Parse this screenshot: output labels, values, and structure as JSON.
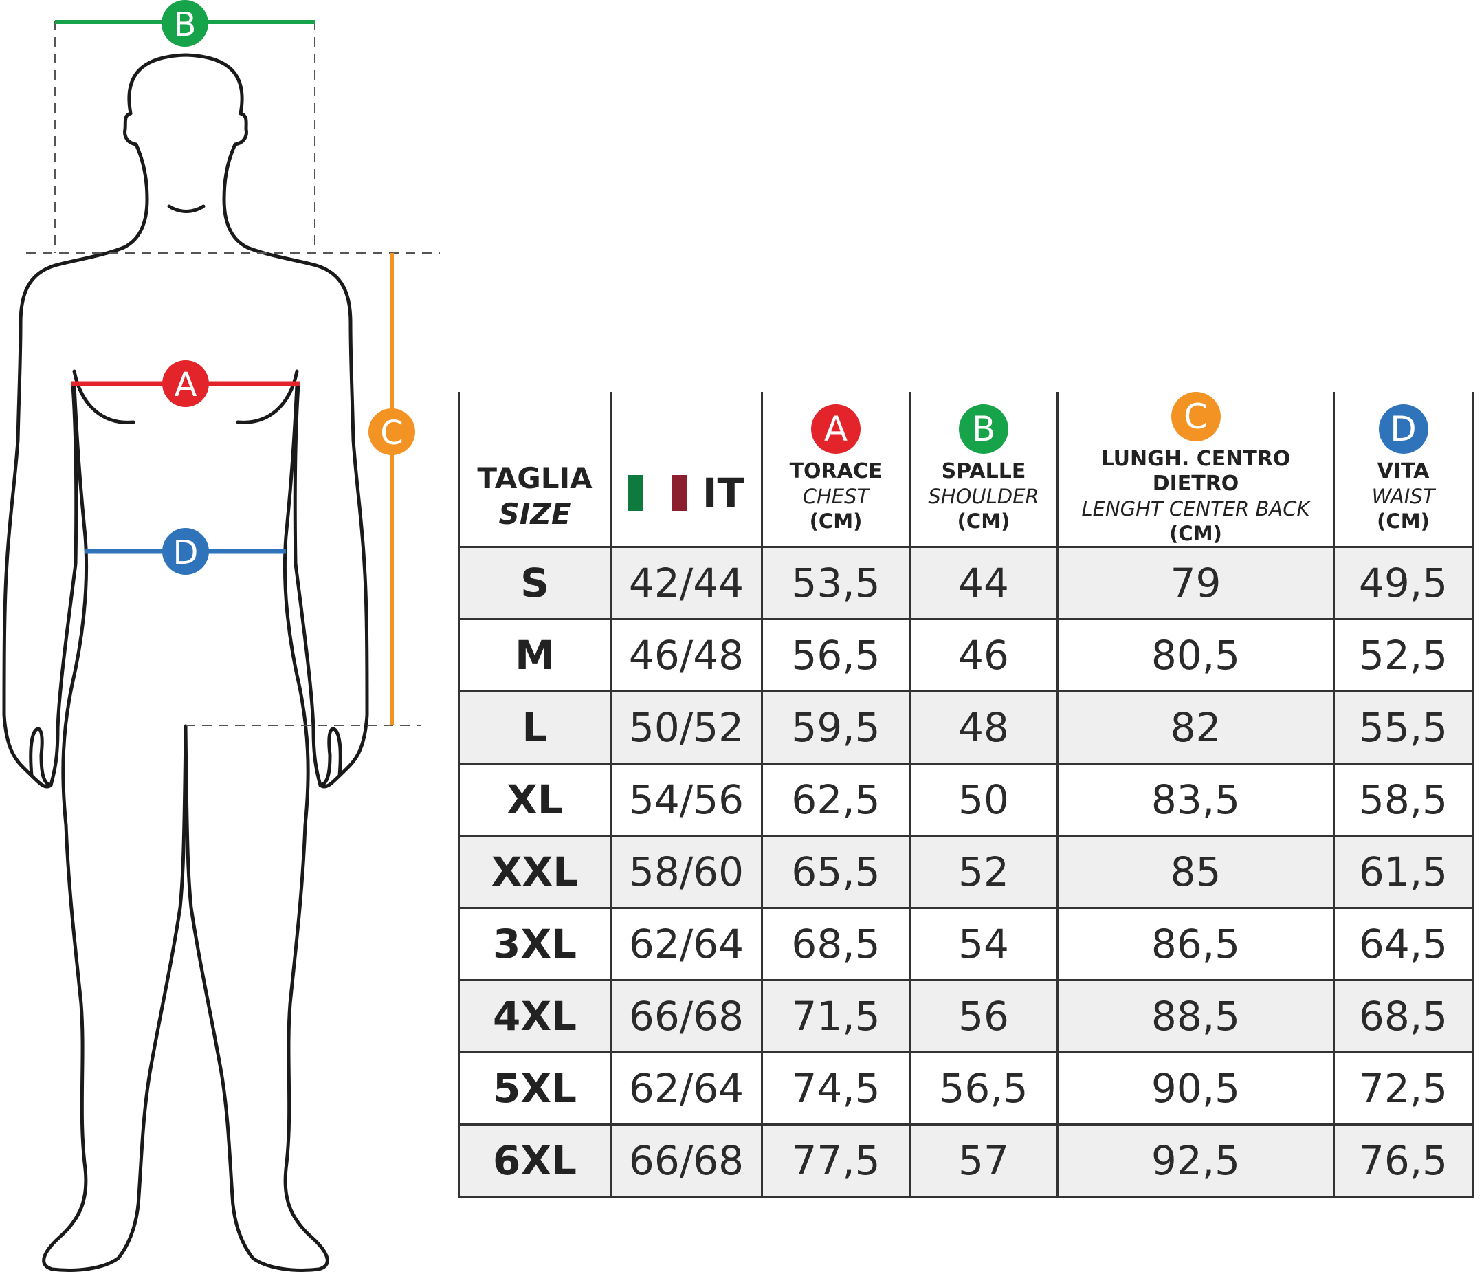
{
  "markers": {
    "A": {
      "letter": "A",
      "color": "#e3242b"
    },
    "B": {
      "letter": "B",
      "color": "#17a34a"
    },
    "C": {
      "letter": "C",
      "color": "#f39324"
    },
    "D": {
      "letter": "D",
      "color": "#2f74ba"
    }
  },
  "table": {
    "headers": {
      "size": {
        "main": "TAGLIA",
        "sub": "SIZE"
      },
      "it": {
        "label": "IT",
        "flag_colors": [
          "#0f7a3e",
          "#ffffff",
          "#8b1f2e"
        ]
      },
      "chest": {
        "marker": "A",
        "main": "TORACE",
        "sub": "CHEST",
        "unit": "(CM)"
      },
      "shoulder": {
        "marker": "B",
        "main": "SPALLE",
        "sub": "SHOULDER",
        "unit": "(CM)"
      },
      "length": {
        "marker": "C",
        "main": "LUNGH. CENTRO DIETRO",
        "sub": "LENGHT CENTER BACK",
        "unit": "(CM)"
      },
      "waist": {
        "marker": "D",
        "main": "VITA",
        "sub": "WAIST",
        "unit": "(CM)"
      }
    },
    "rows": [
      {
        "size": "S",
        "it": "42/44",
        "chest": "53,5",
        "shoulder": "44",
        "length": "79",
        "waist": "49,5"
      },
      {
        "size": "M",
        "it": "46/48",
        "chest": "56,5",
        "shoulder": "46",
        "length": "80,5",
        "waist": "52,5"
      },
      {
        "size": "L",
        "it": "50/52",
        "chest": "59,5",
        "shoulder": "48",
        "length": "82",
        "waist": "55,5"
      },
      {
        "size": "XL",
        "it": "54/56",
        "chest": "62,5",
        "shoulder": "50",
        "length": "83,5",
        "waist": "58,5"
      },
      {
        "size": "XXL",
        "it": "58/60",
        "chest": "65,5",
        "shoulder": "52",
        "length": "85",
        "waist": "61,5"
      },
      {
        "size": "3XL",
        "it": "62/64",
        "chest": "68,5",
        "shoulder": "54",
        "length": "86,5",
        "waist": "64,5"
      },
      {
        "size": "4XL",
        "it": "66/68",
        "chest": "71,5",
        "shoulder": "56",
        "length": "88,5",
        "waist": "68,5"
      },
      {
        "size": "5XL",
        "it": "62/64",
        "chest": "74,5",
        "shoulder": "56,5",
        "length": "90,5",
        "waist": "72,5"
      },
      {
        "size": "6XL",
        "it": "66/68",
        "chest": "77,5",
        "shoulder": "57",
        "length": "92,5",
        "waist": "76,5"
      }
    ]
  }
}
